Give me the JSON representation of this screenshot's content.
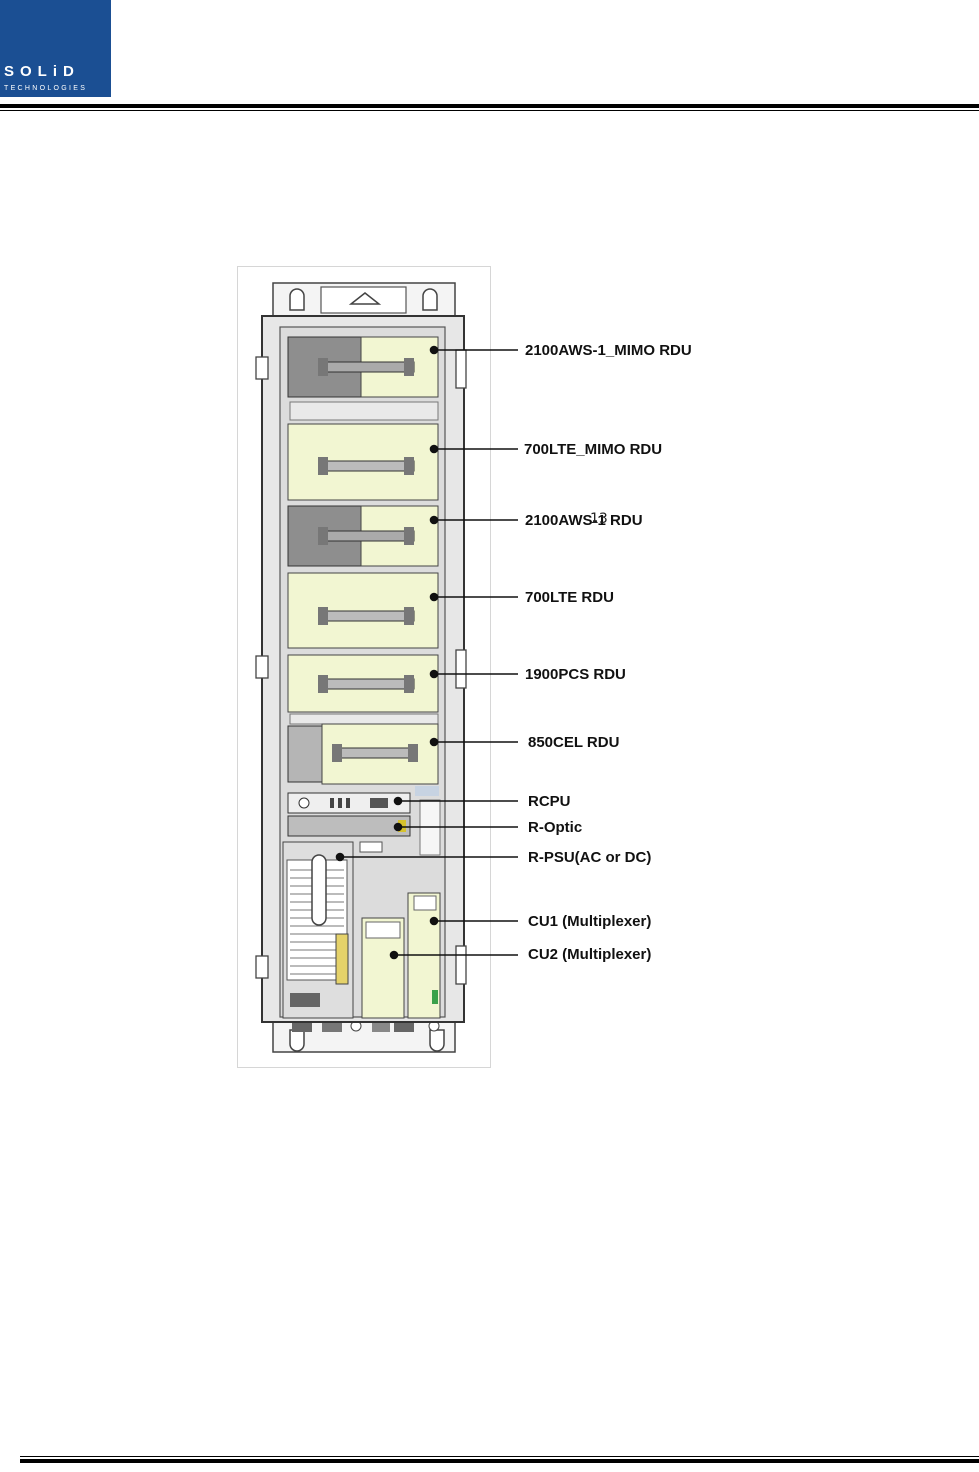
{
  "header": {
    "logo_main": "SOLiD",
    "logo_sub": "TECHNOLOGIES",
    "brand_color": "#1b4f93"
  },
  "figure": {
    "labels": [
      "2100AWS-1_MIMO RDU",
      "700LTE_MIMO RDU",
      "2100AWS-1 RDU",
      "700LTE RDU",
      "1900PCS RDU",
      "850CEL RDU",
      "RCPU",
      "R-Optic",
      "R-PSU(AC or DC)",
      "CU1 (Multiplexer)",
      "CU2 (Multiplexer)"
    ],
    "module_fill": "#f2f6d2",
    "grey_fill": "#8e8e8e"
  },
  "page_number": "13"
}
